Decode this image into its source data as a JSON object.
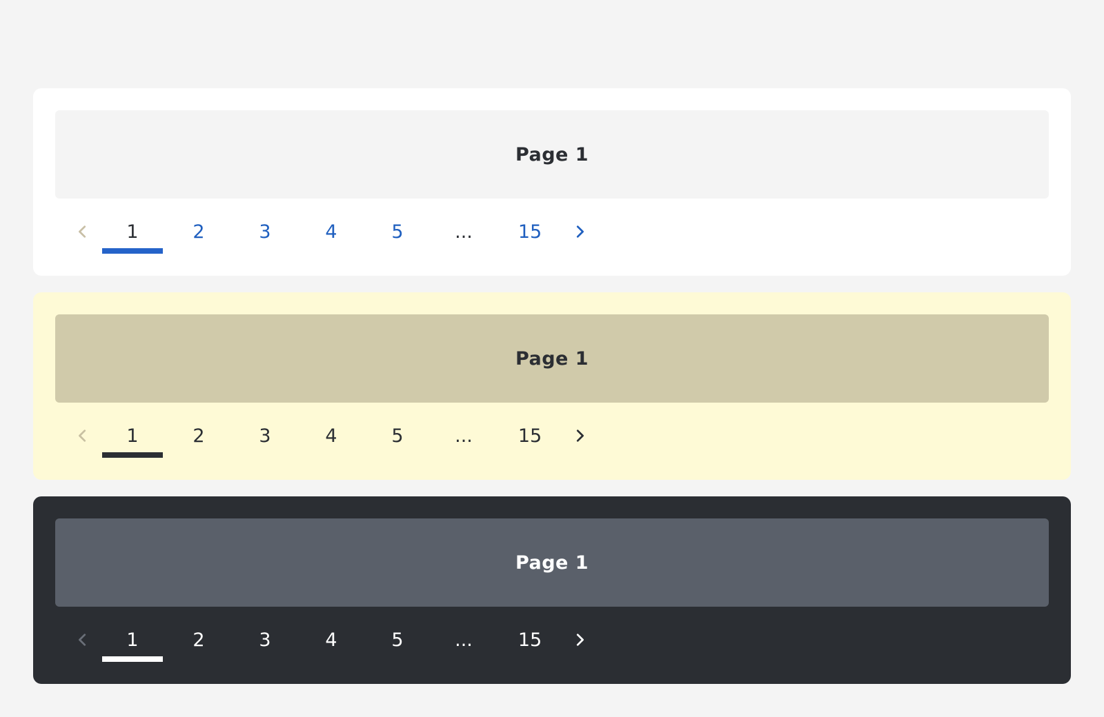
{
  "panels": [
    {
      "name": "light",
      "colors": {
        "panel_bg": "#ffffff",
        "box_bg": "#f4f4f4",
        "box_text": "#2b2e33",
        "link": "#1f5fbf",
        "current_text": "#2b2e33",
        "underline": "#2563c9",
        "prev_disabled": "#c8bfa6",
        "next": "#1f5fbf"
      },
      "page_label": "Page 1",
      "pages": [
        "1",
        "2",
        "3",
        "4",
        "5",
        "...",
        "15"
      ],
      "current_index": 0,
      "prev_icon": "chevron-left-icon",
      "next_icon": "chevron-right-icon"
    },
    {
      "name": "yellow",
      "colors": {
        "panel_bg": "#fefad6",
        "box_bg": "#d0caaa",
        "box_text": "#2b2e33",
        "link": "#2b2e33",
        "current_text": "#2b2e33",
        "underline": "#2b2e33",
        "prev_disabled": "#c8c0a2",
        "next": "#2b2e33"
      },
      "page_label": "Page 1",
      "pages": [
        "1",
        "2",
        "3",
        "4",
        "5",
        "...",
        "15"
      ],
      "current_index": 0,
      "prev_icon": "chevron-left-icon",
      "next_icon": "chevron-right-icon"
    },
    {
      "name": "dark",
      "colors": {
        "panel_bg": "#2b2e33",
        "box_bg": "#5a606a",
        "box_text": "#ffffff",
        "link": "#ffffff",
        "current_text": "#ffffff",
        "underline": "#ffffff",
        "prev_disabled": "#6a6f78",
        "next": "#ffffff"
      },
      "page_label": "Page 1",
      "pages": [
        "1",
        "2",
        "3",
        "4",
        "5",
        "...",
        "15"
      ],
      "current_index": 0,
      "prev_icon": "chevron-left-icon",
      "next_icon": "chevron-right-icon"
    }
  ]
}
